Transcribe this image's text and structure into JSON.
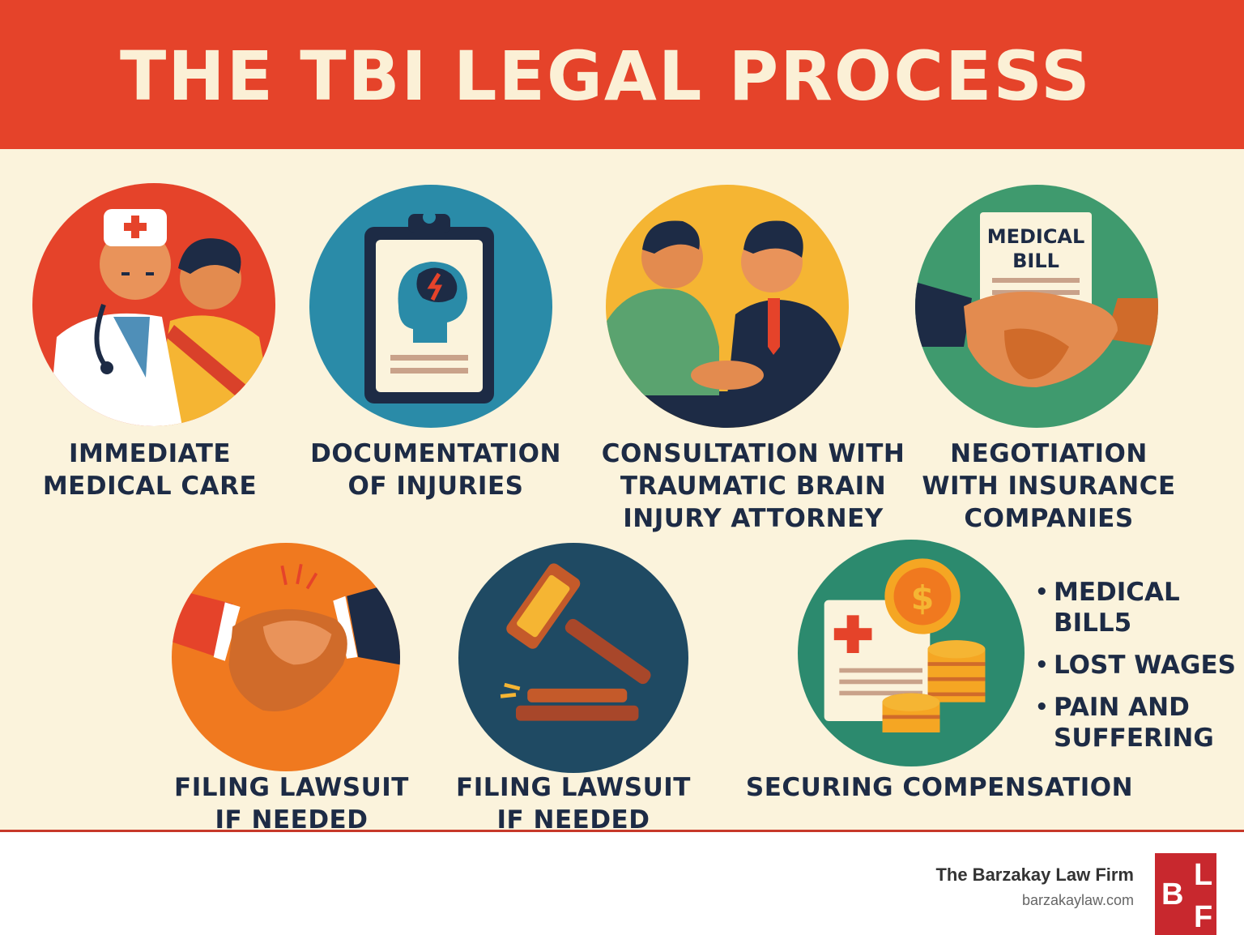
{
  "title": "THE TBI LEGAL PROCESS",
  "steps": [
    {
      "label": "IMMEDIATE\nMEDICAL CARE",
      "icon": "doctor-patient-icon"
    },
    {
      "label": "DOCUMENTATION\nOF INJURIES",
      "icon": "clipboard-brain-icon"
    },
    {
      "label": "CONSULTATION WITH\nTRAUMATIC BRAIN\nINJURY ATTORNEY",
      "icon": "attorney-handshake-icon"
    },
    {
      "label": "NEGOTIATION\nWITH INSURANCE\nCOMPANIES",
      "icon": "medical-bill-handshake-icon",
      "bill_text": "MEDICAL\nBILL"
    },
    {
      "label": "FILING LAWSUIT\nIF NEEDED",
      "icon": "handshake-icon"
    },
    {
      "label": "FILING LAWSUIT\nIF NEEDED",
      "icon": "gavel-icon"
    },
    {
      "label": "SECURING COMPENSATION",
      "icon": "coins-document-icon"
    }
  ],
  "compensation_items": [
    "MEDICAL\nBILL5",
    "LOST WAGES",
    "PAIN AND\nSUFFERING"
  ],
  "footer": {
    "firm_name": "The Barzakay Law Firm",
    "url": "barzakaylaw.com",
    "logo_letters": [
      "B",
      "L",
      "F"
    ]
  },
  "colors": {
    "header": "#e5432a",
    "background": "#fbf3dc",
    "text": "#1d2b45",
    "logo": "#c8282e"
  }
}
